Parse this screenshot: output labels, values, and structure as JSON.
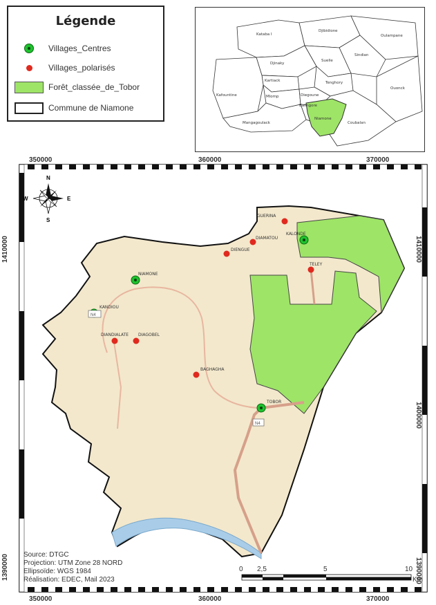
{
  "legend": {
    "title": "Légende",
    "items": [
      {
        "label": "Villages_Centres",
        "symbol": "green-dot-icon"
      },
      {
        "label": "Villages_polarisés",
        "symbol": "red-dot-icon"
      },
      {
        "label": "Forêt_classée_de_Tobor",
        "symbol": "green-patch"
      },
      {
        "label": "Commune de Niamone",
        "symbol": "white-patch"
      }
    ]
  },
  "inset_communes": [
    "Kataba I",
    "Djibidione",
    "Oulampane",
    "Sindian",
    "Suelle",
    "Djinaky",
    "Kartiack",
    "Tenghory",
    "Kafountine",
    "Mlomp",
    "Diegoune",
    "Balingore",
    "Ouonck",
    "Niamone",
    "Mangagoulack",
    "Coubalan"
  ],
  "grid": {
    "x_ticks": [
      "350000",
      "360000",
      "370000"
    ],
    "y_ticks": [
      "1410000",
      "1400000",
      "1390000"
    ]
  },
  "compass": {
    "n": "N",
    "s": "S",
    "e": "E",
    "w": "W"
  },
  "villages_centres": [
    "NIAMONE",
    "KANDIOU",
    "KALONDE",
    "TOBOR"
  ],
  "villages_polarises": [
    "GUERINA",
    "DIAMATOU",
    "DIENGUE",
    "TELEY",
    "DIANDIALATE",
    "DIAGOBEL",
    "BAGHAGHA"
  ],
  "road_labels": [
    "N4",
    "N4"
  ],
  "scale": {
    "ticks": [
      "0",
      "2,5",
      "5",
      "10"
    ],
    "unit": "Km"
  },
  "source": [
    "Source: DTGC",
    "Projection: UTM Zone 28 NORD",
    "Ellipsoïde: WGS 1984",
    "Réalisation: EDEC, Mail 2023"
  ],
  "colors": {
    "commune": "#f3e8cc",
    "forest": "#9ee467",
    "center": "#1fc22e",
    "polarise": "#e02a1f",
    "road": "#d6a08a",
    "river": "#a9cde8"
  }
}
